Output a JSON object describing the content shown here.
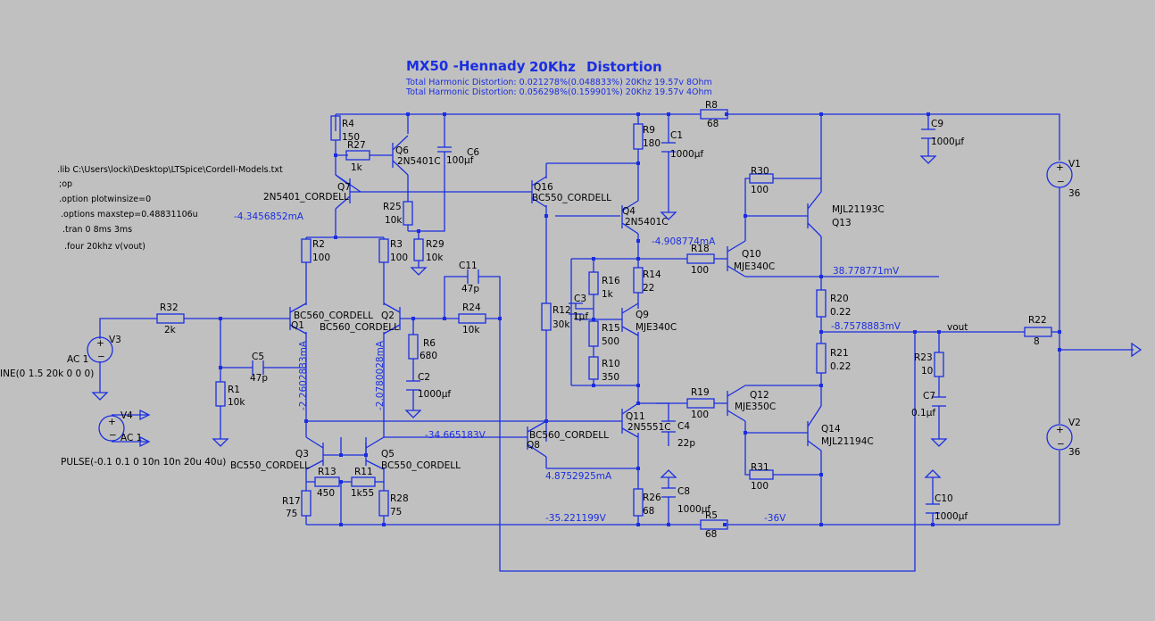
{
  "header": {
    "title": "MX50 -Hennady",
    "freq": "20Khz",
    "analysis": "Distortion",
    "thd_8ohm": "Total Harmonic Distortion: 0.021278%(0.048833%) 20Khz 19.57v  8Ohm",
    "thd_4ohm": "Total Harmonic Distortion: 0.056298%(0.159901%)  20Khz 19.57v  4Ohm"
  },
  "directives": {
    "lib": ".lib C:\\Users\\locki\\Desktop\\LTSpice\\Cordell-Models.txt",
    "op": ";op",
    "plotwinsize": ".option plotwinsize=0",
    "maxstep": ".options maxstep=0.48831106u",
    "tran": ".tran 0 8ms 3ms",
    "four": ".four 20khz v(vout)"
  },
  "resistors": {
    "R4": {
      "name": "R4",
      "value": "150"
    },
    "R27": {
      "name": "R27",
      "value": "1k"
    },
    "R25": {
      "name": "R25",
      "value": "10k"
    },
    "R29": {
      "name": "R29",
      "value": "10k"
    },
    "R2": {
      "name": "R2",
      "value": "100"
    },
    "R3": {
      "name": "R3",
      "value": "100"
    },
    "R32": {
      "name": "R32",
      "value": "2k"
    },
    "R1": {
      "name": "R1",
      "value": "10k"
    },
    "R24": {
      "name": "R24",
      "value": "10k"
    },
    "R6": {
      "name": "R6",
      "value": "680"
    },
    "R9": {
      "name": "R9",
      "value": "180"
    },
    "R8": {
      "name": "R8",
      "value": "68"
    },
    "R30": {
      "name": "R30",
      "value": "100"
    },
    "R18": {
      "name": "R18",
      "value": "100"
    },
    "R16": {
      "name": "R16",
      "value": "1k"
    },
    "R14": {
      "name": "R14",
      "value": "22"
    },
    "R12": {
      "name": "R12",
      "value": "30k"
    },
    "R15": {
      "name": "R15",
      "value": "500"
    },
    "R10": {
      "name": "R10",
      "value": "350"
    },
    "R20": {
      "name": "R20",
      "value": "0.22"
    },
    "R21": {
      "name": "R21",
      "value": "0.22"
    },
    "R22": {
      "name": "R22",
      "value": "8"
    },
    "R23": {
      "name": "R23",
      "value": "10"
    },
    "R19": {
      "name": "R19",
      "value": "100"
    },
    "R31": {
      "name": "R31",
      "value": "100"
    },
    "R13": {
      "name": "R13",
      "value": "450"
    },
    "R11": {
      "name": "R11",
      "value": "1k55"
    },
    "R17": {
      "name": "R17",
      "value": "75"
    },
    "R28": {
      "name": "R28",
      "value": "75"
    },
    "R26": {
      "name": "R26",
      "value": "68"
    },
    "R5": {
      "name": "R5",
      "value": "68"
    }
  },
  "capacitors": {
    "C6": {
      "name": "C6",
      "value": "100µf"
    },
    "C1": {
      "name": "C1",
      "value": "1000µf"
    },
    "C9": {
      "name": "C9",
      "value": "1000µf"
    },
    "C11": {
      "name": "C11",
      "value": "47p"
    },
    "C5": {
      "name": "C5",
      "value": "47p"
    },
    "C2": {
      "name": "C2",
      "value": "1000µf"
    },
    "C3": {
      "name": "C3",
      "value": "1µf"
    },
    "C4": {
      "name": "C4",
      "value": "22p"
    },
    "C8": {
      "name": "C8",
      "value": "1000µf"
    },
    "C7": {
      "name": "C7",
      "value": "0.1µf"
    },
    "C10": {
      "name": "C10",
      "value": "1000µf"
    }
  },
  "transistors": {
    "Q6": {
      "name": "Q6",
      "model": "2N5401C"
    },
    "Q7": {
      "name": "Q7",
      "model": "2N5401_CORDELL"
    },
    "Q16": {
      "name": "Q16",
      "model": "BC550_CORDELL"
    },
    "Q4": {
      "name": "Q4",
      "model": "2N5401C"
    },
    "Q13": {
      "name": "Q13",
      "model": "MJL21193C"
    },
    "Q10": {
      "name": "Q10",
      "model": "MJE340C"
    },
    "Q1": {
      "name": "Q1",
      "model": "BC560_CORDELL"
    },
    "Q2": {
      "name": "Q2",
      "model": "BC560_CORDELL"
    },
    "Q9": {
      "name": "Q9",
      "model": "MJE340C"
    },
    "Q11": {
      "name": "Q11",
      "model": "2N5551C"
    },
    "Q12": {
      "name": "Q12",
      "model": "MJE350C"
    },
    "Q14": {
      "name": "Q14",
      "model": "MJL21194C"
    },
    "Q8": {
      "name": "Q8",
      "model": "BC560_CORDELL"
    },
    "Q3": {
      "name": "Q3",
      "model": "BC550_CORDELL"
    },
    "Q5": {
      "name": "Q5",
      "model": "BC550_CORDELL"
    }
  },
  "sources": {
    "V1": {
      "name": "V1",
      "value": "36"
    },
    "V2": {
      "name": "V2",
      "value": "36"
    },
    "V3": {
      "name": "V3",
      "ac": "AC 1",
      "spec": "INE(0 1.5 20k 0 0 0)"
    },
    "V4": {
      "name": "V4",
      "ac": "AC 1",
      "spec": "PULSE(-0.1 0.1 0 10n 10n 20u 40u)"
    }
  },
  "net_labels": {
    "vout": "vout"
  },
  "readouts": {
    "q7_current": "-4.3456852mA",
    "q4_current": "-4.908774mA",
    "bias_voltage": "38.778771mV",
    "out_voltage": "-8.7578883mV",
    "q1_current": "-2.2602833mA",
    "q2_current": "-2.0780028mA",
    "q8_voltage": "-34.665183V",
    "q11_current": "4.8752925mA",
    "neg_rail_a": "-35.221199V",
    "neg_rail_b": "-36V"
  }
}
